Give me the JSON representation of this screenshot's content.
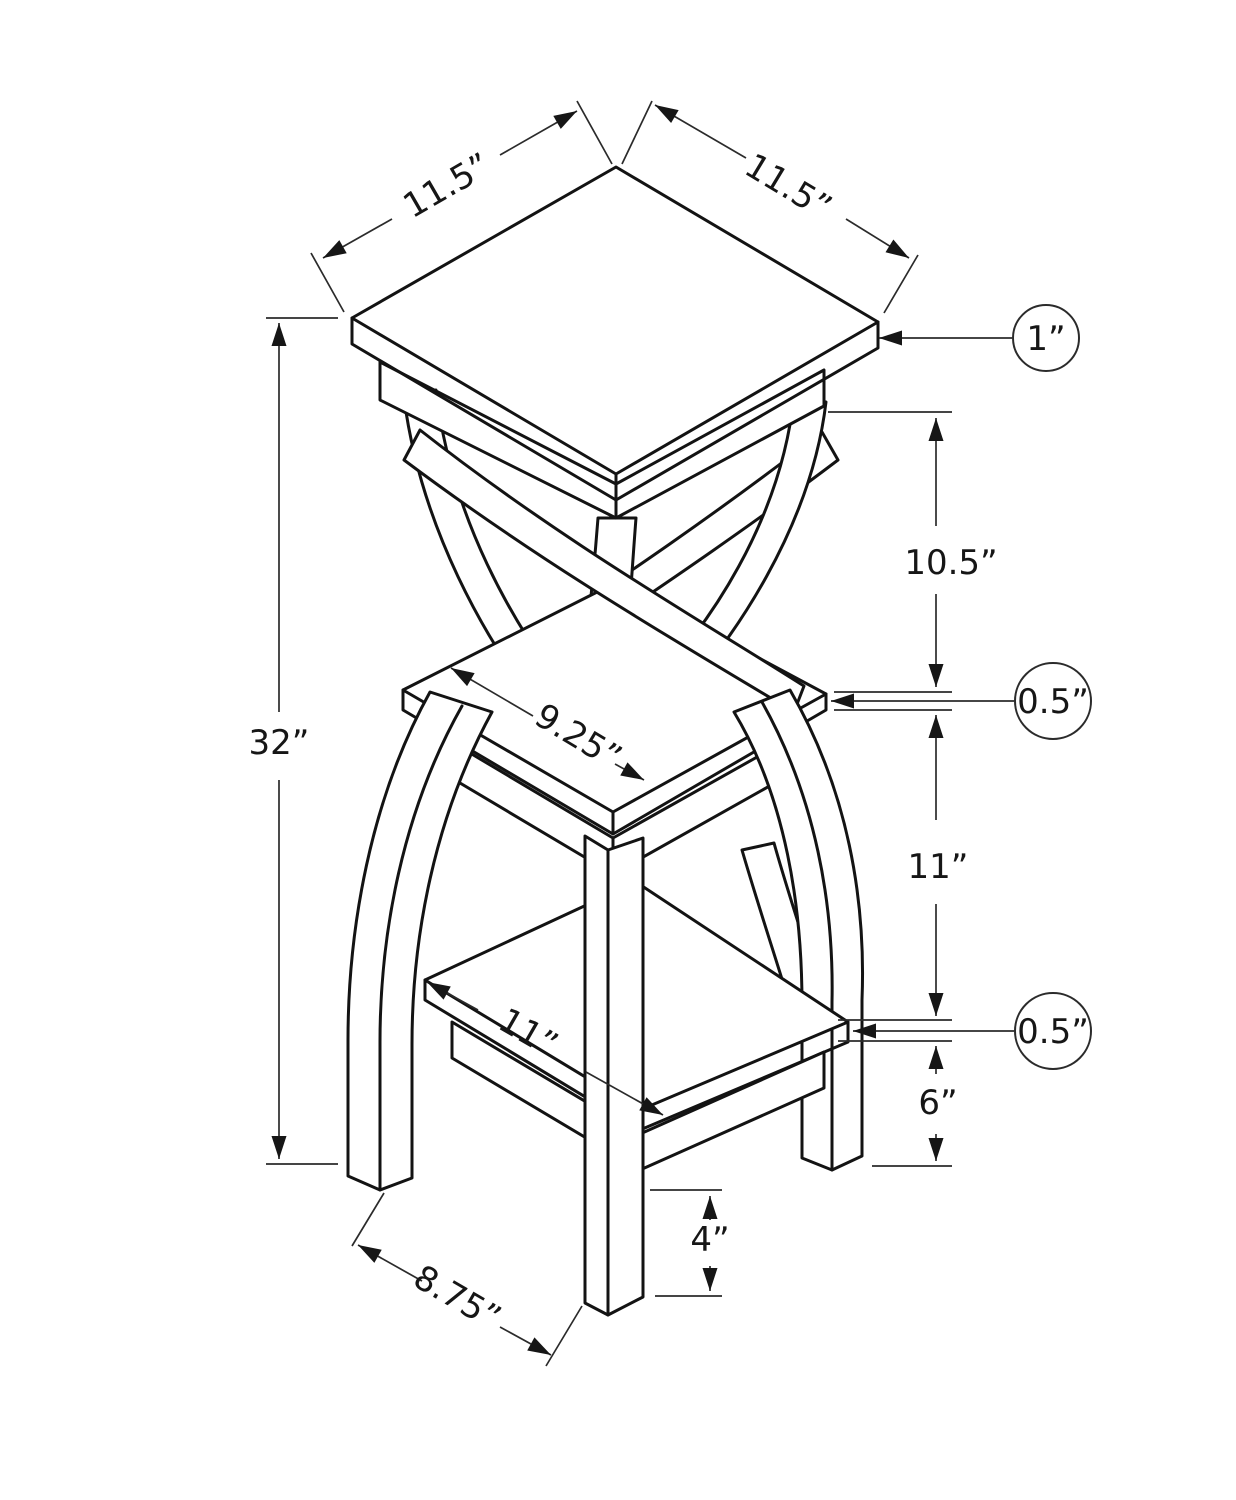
{
  "diagram": {
    "type": "furniture-dimension-line-drawing",
    "subject": "3-tier twisted-leg accent table / plant stand, isometric view with dimension callouts",
    "units": "inches",
    "colors": {
      "background": "#ffffff",
      "object_line": "#131313",
      "dimension_line": "#2b2b2b",
      "label_text": "#161616"
    },
    "labels": {
      "top_left_edge": "11.5”",
      "top_right_edge": "11.5”",
      "top_thickness": "1”",
      "top_to_middle_gap": "10.5”",
      "middle_shelf_thickness": "0.5”",
      "middle_to_bottom_gap": "11”",
      "bottom_shelf_thickness": "0.5”",
      "bottom_clearance": "6”",
      "foot_height": "4”",
      "foot_spacing": "8.75”",
      "overall_height": "32”",
      "middle_shelf_diagonal": "9.25”",
      "bottom_shelf_diagonal": "11”"
    }
  }
}
